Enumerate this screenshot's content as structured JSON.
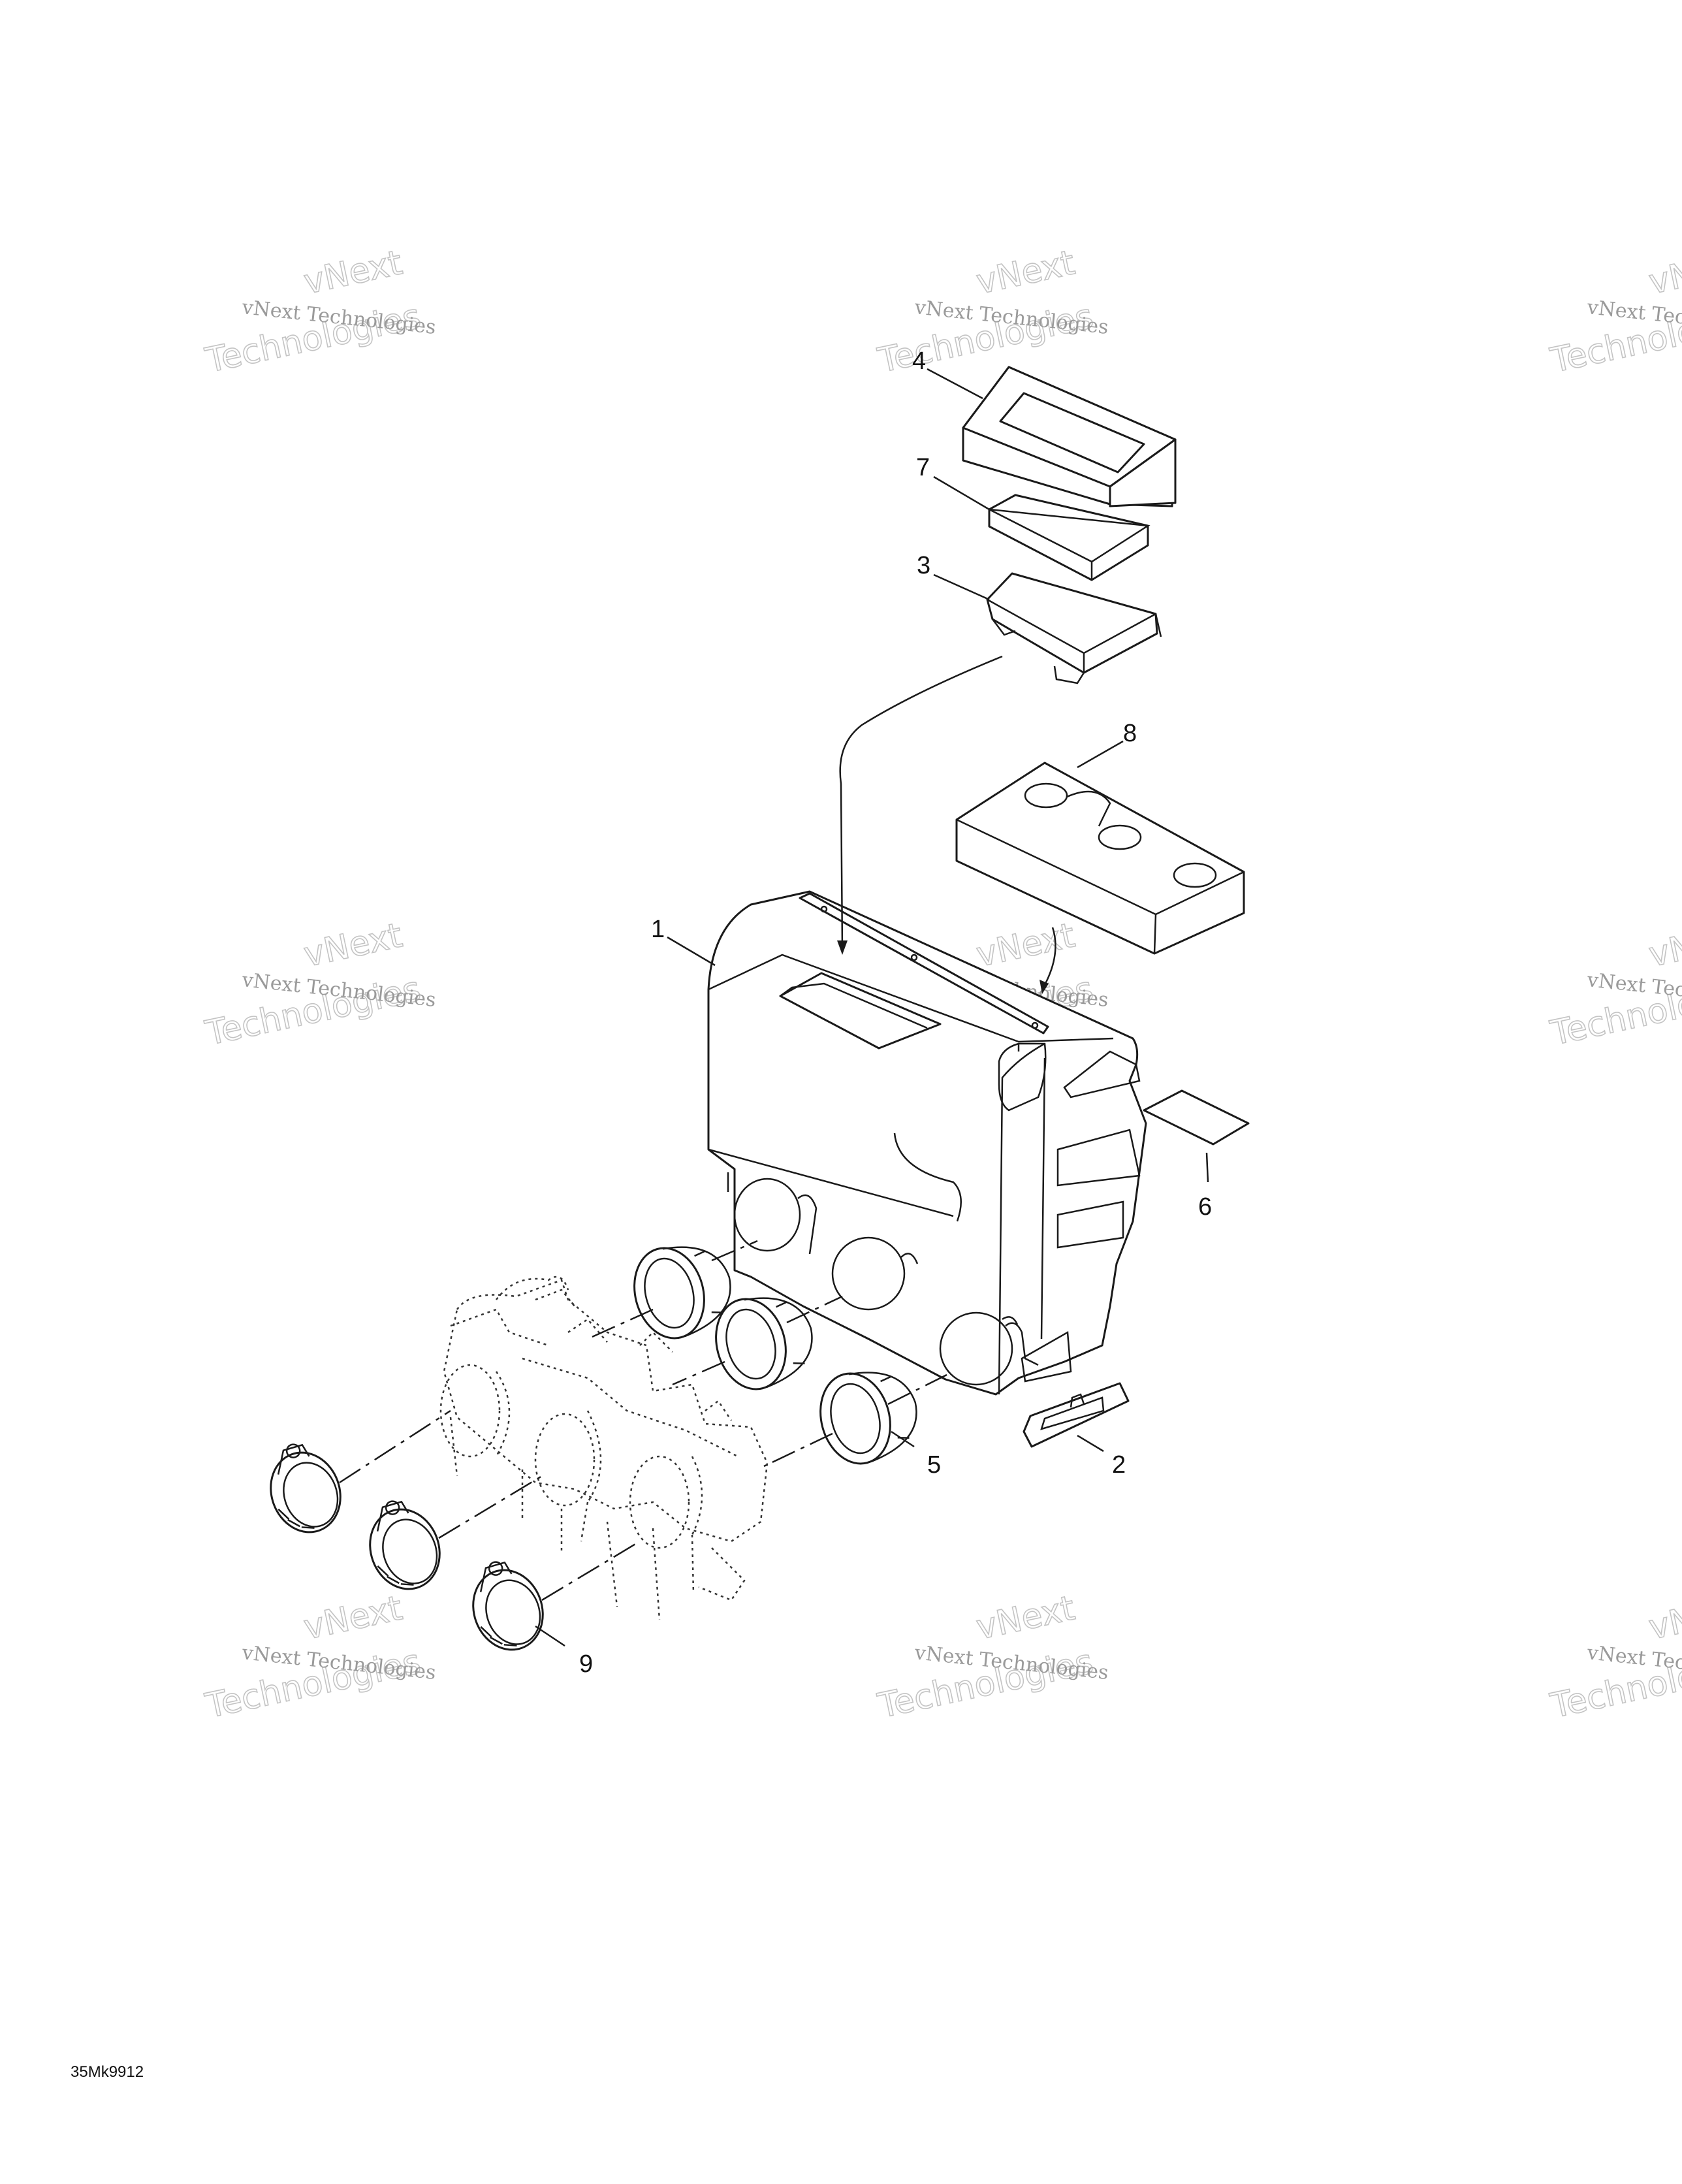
{
  "callouts": [
    {
      "id": "1",
      "label": "1"
    },
    {
      "id": "2",
      "label": "2"
    },
    {
      "id": "3",
      "label": "3"
    },
    {
      "id": "4",
      "label": "4"
    },
    {
      "id": "5",
      "label": "5"
    },
    {
      "id": "6",
      "label": "6"
    },
    {
      "id": "7",
      "label": "7"
    },
    {
      "id": "8",
      "label": "8"
    },
    {
      "id": "9",
      "label": "9"
    }
  ],
  "watermark": {
    "line_small": "vNext Technologies",
    "big_top": "vNext",
    "big_bottom": "Technologies"
  },
  "drawing_code": "35Mk9912"
}
